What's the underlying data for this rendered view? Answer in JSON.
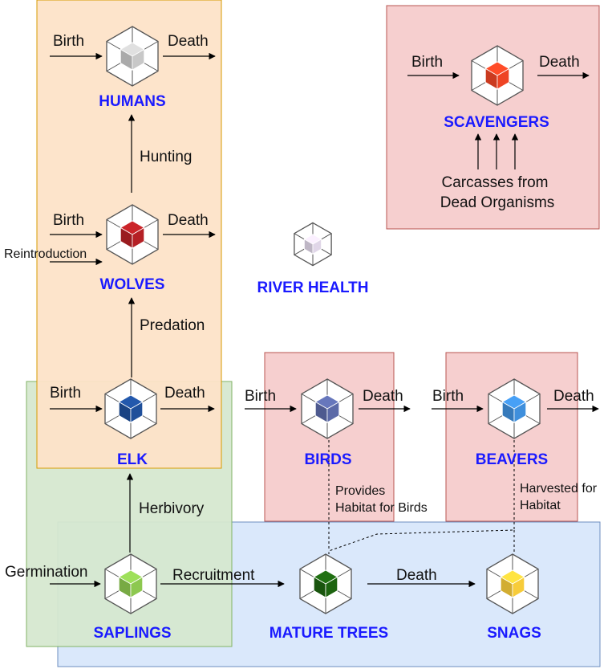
{
  "colors": {
    "orange_region": "#fde3c8",
    "green_region": "#d6e8d0",
    "blue_region": "#dae8fb",
    "red_region": "#f6cfcf",
    "humans": "#c8c8c8",
    "wolves": "#b52025",
    "elk": "#1f4f9a",
    "scavengers": "#ee4424",
    "river": "#e0d6e8",
    "birds": "#5c6aa8",
    "beavers": "#3f8fdc",
    "saplings": "#8dc850",
    "mature_trees": "#1d6410",
    "snags": "#f7cc3a",
    "label_blue": "#1a1aff"
  },
  "nodes": {
    "humans": {
      "label": "HUMANS",
      "icon": "cube-icon"
    },
    "wolves": {
      "label": "WOLVES",
      "icon": "cube-icon"
    },
    "elk": {
      "label": "ELK",
      "icon": "cube-icon"
    },
    "scavengers": {
      "label": "SCAVENGERS",
      "icon": "cube-icon"
    },
    "river": {
      "label": "RIVER HEALTH",
      "icon": "cube-icon"
    },
    "birds": {
      "label": "BIRDS",
      "icon": "cube-icon"
    },
    "beavers": {
      "label": "BEAVERS",
      "icon": "cube-icon"
    },
    "saplings": {
      "label": "SAPLINGS",
      "icon": "cube-icon"
    },
    "mature_trees": {
      "label": "MATURE TREES",
      "icon": "cube-icon"
    },
    "snags": {
      "label": "SNAGS",
      "icon": "cube-icon"
    }
  },
  "flows": {
    "birth": "Birth",
    "death": "Death",
    "reintroduction": "Reintroduction",
    "hunting": "Hunting",
    "predation": "Predation",
    "herbivory": "Herbivory",
    "germination": "Germination",
    "recruitment": "Recruitment",
    "carcasses_line1": "Carcasses from",
    "carcasses_line2": "Dead Organisms",
    "provides_line1": "Provides",
    "provides_line2": "Habitat for Birds",
    "harvested_line1": "Harvested for",
    "harvested_line2": "Habitat"
  }
}
